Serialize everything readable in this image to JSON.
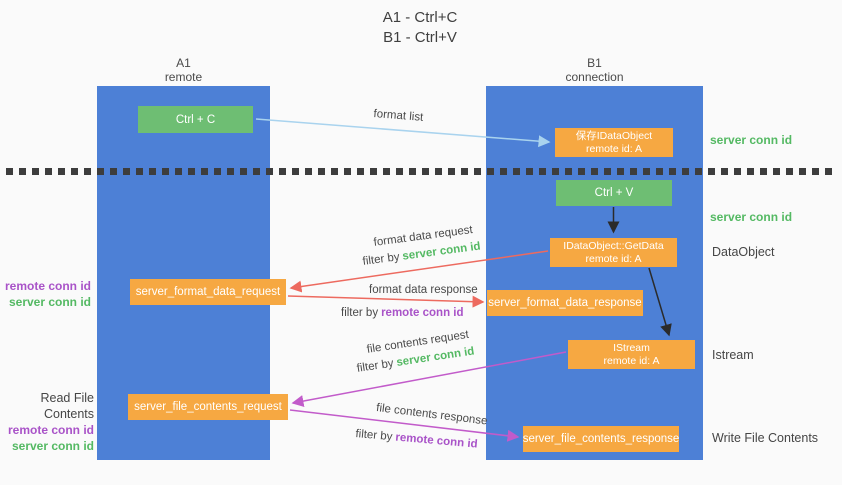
{
  "title": {
    "line1": "A1 - Ctrl+C",
    "line2": "B1 - Ctrl+V"
  },
  "lifelines": {
    "left": {
      "title": "A1",
      "subtitle": "remote"
    },
    "right": {
      "title": "B1",
      "subtitle": "connection"
    }
  },
  "nodes": {
    "ctrl_c": {
      "label": "Ctrl + C"
    },
    "ctrl_v": {
      "label": "Ctrl + V"
    },
    "save_dataobject": {
      "line1": "保存IDataObject",
      "line2": "remote id: A"
    },
    "getdata": {
      "line1": "IDataObject::GetData",
      "line2": "remote id: A"
    },
    "istream": {
      "line1": "IStream",
      "line2": "remote id: A"
    },
    "format_request": {
      "label": "server_format_data_request"
    },
    "format_response": {
      "label": "server_format_data_response"
    },
    "file_request": {
      "label": "server_file_contents_request"
    },
    "file_response": {
      "label": "server_file_contents_response"
    }
  },
  "arrow_labels": {
    "format_list": "format list",
    "format_data_request": "format data request",
    "format_data_response": "format data response",
    "file_contents_request": "file contents request",
    "file_contents_response": "file contents response",
    "filter_by": "filter by",
    "server_conn_id": "server conn id",
    "remote_conn_id": "remote conn id"
  },
  "annotations": {
    "server_conn_id_top": "server conn id",
    "server_conn_id_mid": "server conn id",
    "dataobject": "DataObject",
    "istream": "Istream",
    "write_file_contents": "Write File Contents",
    "read_file_contents": "Read File Contents",
    "remote_conn_id": "remote conn id",
    "server_conn_id": "server conn id"
  },
  "colors": {
    "column_blue": "#4d80d6",
    "box_green": "#6ebe73",
    "box_orange": "#f6a842",
    "text_green": "#54b963",
    "text_purple": "#a953c8",
    "arrow_red": "#ed6a5f",
    "arrow_magenta": "#c25bca",
    "arrow_lightblue": "#a9d3ee",
    "arrow_black": "#2b2b2b",
    "text_dark": "#3f3f3f",
    "background": "#fafafa"
  }
}
